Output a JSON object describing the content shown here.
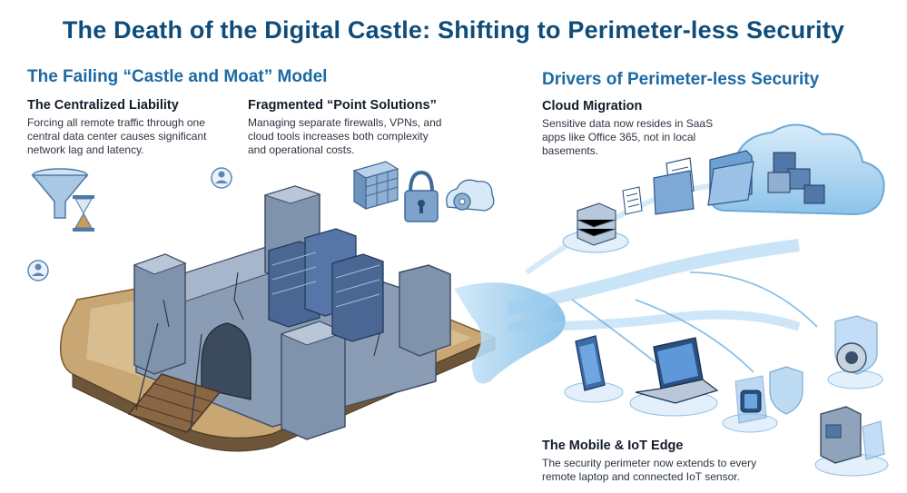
{
  "title": "The Death of the Digital Castle: Shifting to Perimeter-less Security",
  "left": {
    "heading": "The Failing “Castle and Moat” Model",
    "centralized": {
      "title": "The Centralized Liability",
      "body": "Forcing all remote traffic through one central data center causes significant network lag and latency."
    },
    "fragmented": {
      "title": "Fragmented “Point Solutions”",
      "body": "Managing separate firewalls, VPNs, and cloud tools increases both complexity and operational costs."
    }
  },
  "right": {
    "heading": "Drivers of Perimeter-less Security",
    "cloud": {
      "title": "Cloud Migration",
      "body": "Sensitive data now resides in SaaS apps like Office 365, not in local basements."
    },
    "edge": {
      "title": "The Mobile & IoT Edge",
      "body": "The security perimeter now extends to every remote laptop and connected IoT sensor."
    }
  },
  "colors": {
    "title": "#0f4c7a",
    "heading": "#1c6aa3",
    "stone": "#7f93ad",
    "cloud": "#8cc3ea"
  },
  "icons": [
    "user-icon",
    "funnel-icon",
    "hourglass-icon",
    "firewall-icon",
    "padlock-icon",
    "cloud-gear-icon",
    "server-icon",
    "document-icon",
    "folder-icon",
    "tablet-icon",
    "laptop-icon",
    "smartwatch-icon",
    "camera-icon",
    "machine-icon",
    "shield-icon"
  ]
}
